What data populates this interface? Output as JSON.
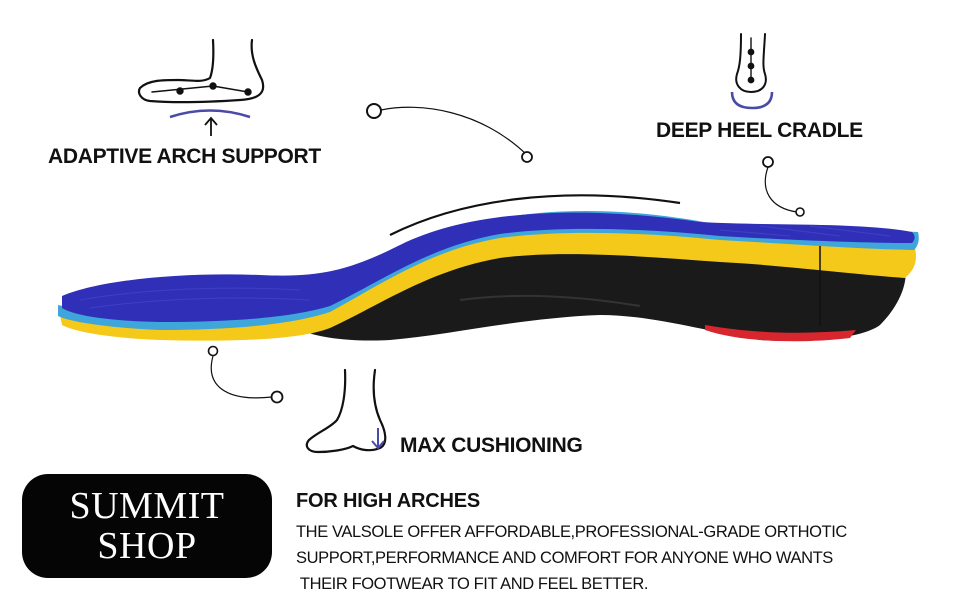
{
  "callouts": {
    "arch": "ADAPTIVE ARCH SUPPORT",
    "heel": "DEEP HEEL CRADLE",
    "cushion": "MAX CUSHIONING"
  },
  "brand": {
    "line1": "SUMMIT",
    "line2": "SHOP"
  },
  "info": {
    "title": "FOR HIGH ARCHES",
    "lines": [
      "THE VALSOLE OFFER AFFORDABLE,PROFESSIONAL-GRADE ORTHOTIC",
      "SUPPORT,PERFORMANCE AND COMFORT FOR ANYONE WHO WANTS",
      " THEIR FOOTWEAR TO FIT AND FEEL BETTER."
    ]
  },
  "colors": {
    "top_fabric": "#2f2fb8",
    "foam_blue": "#3fa6dc",
    "foam_yellow": "#f5c91a",
    "shell_black": "#1a1a1a",
    "heel_pad": "#d8262e",
    "accent_arc": "#4a4aa8"
  },
  "icons": [
    "foot-side-icon",
    "foot-heel-icon",
    "foot-arch-icon",
    "arrow-up-icon",
    "arrow-down-icon"
  ]
}
